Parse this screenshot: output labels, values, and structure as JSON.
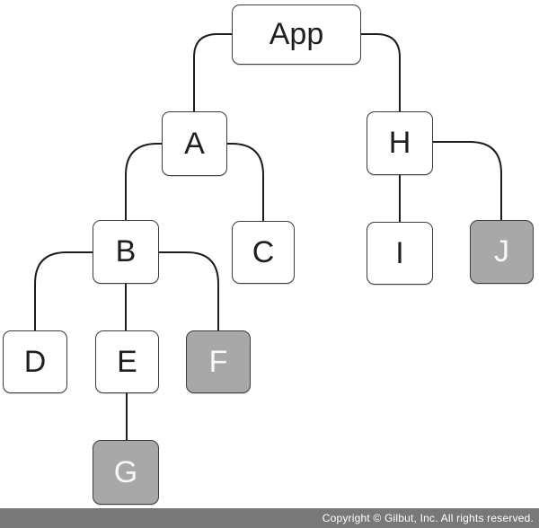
{
  "diagram": {
    "type": "tree",
    "root": "App",
    "nodes": [
      {
        "id": "App",
        "label": "App",
        "highlighted": false
      },
      {
        "id": "A",
        "label": "A",
        "highlighted": false
      },
      {
        "id": "B",
        "label": "B",
        "highlighted": false
      },
      {
        "id": "C",
        "label": "C",
        "highlighted": false
      },
      {
        "id": "D",
        "label": "D",
        "highlighted": false
      },
      {
        "id": "E",
        "label": "E",
        "highlighted": false
      },
      {
        "id": "F",
        "label": "F",
        "highlighted": true
      },
      {
        "id": "G",
        "label": "G",
        "highlighted": true
      },
      {
        "id": "H",
        "label": "H",
        "highlighted": false
      },
      {
        "id": "I",
        "label": "I",
        "highlighted": false
      },
      {
        "id": "J",
        "label": "J",
        "highlighted": true
      }
    ],
    "edges": [
      {
        "from": "App",
        "to": "A"
      },
      {
        "from": "App",
        "to": "H"
      },
      {
        "from": "A",
        "to": "B"
      },
      {
        "from": "A",
        "to": "C"
      },
      {
        "from": "B",
        "to": "D"
      },
      {
        "from": "B",
        "to": "E"
      },
      {
        "from": "B",
        "to": "F"
      },
      {
        "from": "E",
        "to": "G"
      },
      {
        "from": "H",
        "to": "I"
      },
      {
        "from": "H",
        "to": "J"
      }
    ],
    "colors": {
      "node_fill": "#ffffff",
      "node_highlight_fill": "#a8a8a8",
      "node_border": "#3d3d3d",
      "node_text": "#1f1f1f",
      "node_highlight_text": "#f8f8f8",
      "edge_stroke": "#1d1d1d"
    }
  },
  "footer": {
    "copyright": "Copyright © Gilbut, Inc. All rights reserved.",
    "background": "#787878",
    "text_color": "#ffffff"
  }
}
